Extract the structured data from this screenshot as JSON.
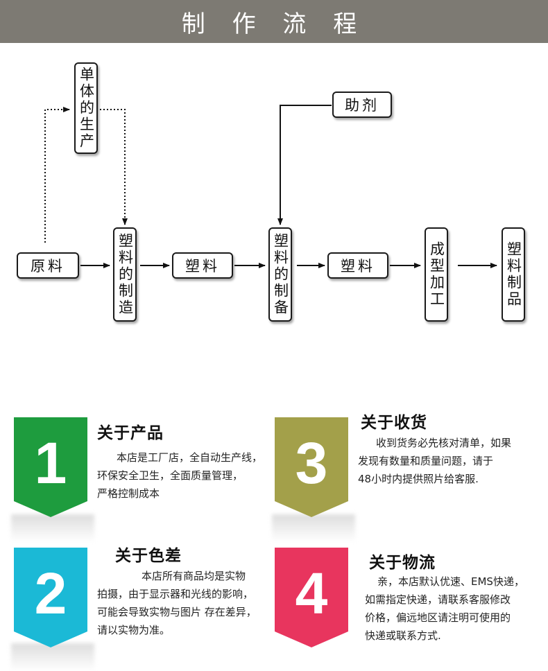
{
  "header": {
    "title": "制 作 流 程"
  },
  "flow": {
    "monomer": "单体的生产",
    "additive": "助剂",
    "raw": "原料",
    "resin_prep": "塑料的制造",
    "plastic1": "塑料",
    "plastic_prep": "塑料的制备",
    "plastic2": "塑料",
    "forming": "成型加工",
    "product": "塑料制品"
  },
  "cards": [
    {
      "number": "1",
      "color": "#1e9c3e",
      "title": "关于产品",
      "lines": [
        "本店是工厂店，全自动生产线，",
        "环保安全卫生，全面质量管理，",
        "严格控制成本"
      ]
    },
    {
      "number": "2",
      "color": "#1bb9d6",
      "title": "关于色差",
      "lines": [
        "本店所有商品均是实物",
        "拍摄，由于显示器和光线的影响，",
        "可能会导致实物与图片 存在差异，",
        "请以实物为准。"
      ]
    },
    {
      "number": "3",
      "color": "#a3a04a",
      "title": "关于收货",
      "lines": [
        "收到货务必先核对清单，如果",
        "发现有数量和质量问题，请于",
        "48小时内提供照片给客服."
      ]
    },
    {
      "number": "4",
      "color": "#e8355e",
      "title": "关于物流",
      "lines": [
        "亲，本店默认优速、EMS快递，",
        "如需指定快递，请联系客服修改",
        "价格，偏远地区请注明可使用的",
        "快递或联系方式."
      ]
    }
  ]
}
